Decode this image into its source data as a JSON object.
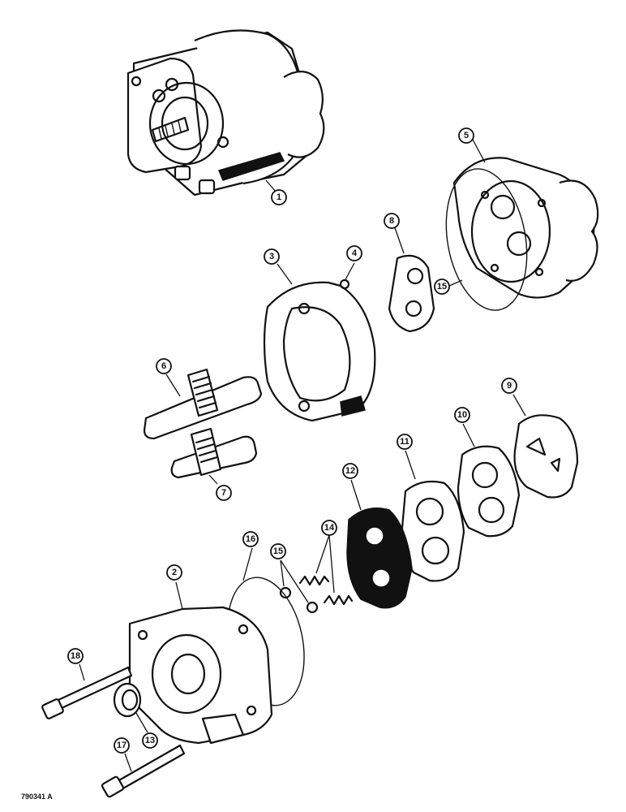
{
  "figure_id": "790341 A",
  "callouts": [
    {
      "key": "c1",
      "label": "1"
    },
    {
      "key": "c2",
      "label": "2"
    },
    {
      "key": "c3",
      "label": "3"
    },
    {
      "key": "c4",
      "label": "4"
    },
    {
      "key": "c5",
      "label": "5"
    },
    {
      "key": "c6",
      "label": "6"
    },
    {
      "key": "c7",
      "label": "7"
    },
    {
      "key": "c8",
      "label": "8"
    },
    {
      "key": "c9",
      "label": "9"
    },
    {
      "key": "c10",
      "label": "10"
    },
    {
      "key": "c11",
      "label": "11"
    },
    {
      "key": "c12",
      "label": "12"
    },
    {
      "key": "c13",
      "label": "13"
    },
    {
      "key": "c14",
      "label": "14"
    },
    {
      "key": "c15a",
      "label": "15"
    },
    {
      "key": "c15b",
      "label": "15"
    },
    {
      "key": "c16",
      "label": "16"
    },
    {
      "key": "c17",
      "label": "17"
    },
    {
      "key": "c18",
      "label": "18"
    }
  ]
}
